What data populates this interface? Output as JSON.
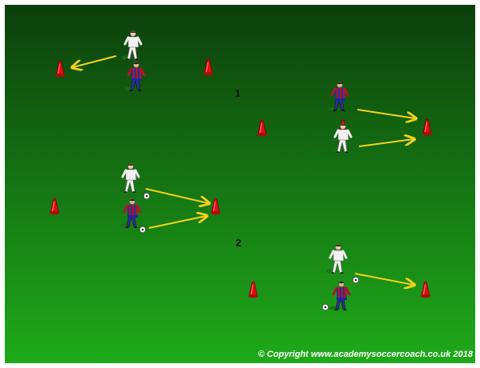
{
  "labels": {
    "grid_1": "1",
    "grid_2": "2"
  },
  "copyright": "© Copyright www.academysoccercoach.co.uk 2018",
  "colors": {
    "pitch_top": "#0c3f0c",
    "pitch_bottom": "#1faa1a",
    "cone": "#e01010",
    "arrow": "#f4d21a",
    "team_white": "#ececec",
    "team_stripe_red": "#b0162c",
    "team_stripe_blue": "#2a2f8f",
    "shorts_blue": "#1b2a9a",
    "text_label": "#111111",
    "text_copyright": "#ffffff"
  },
  "icons": {
    "cone": "training-cone-icon",
    "player_white": "player-white-kit-icon",
    "player_striped": "player-striped-kit-icon",
    "ball": "soccer-ball-icon",
    "arrow": "movement-arrow-icon"
  }
}
